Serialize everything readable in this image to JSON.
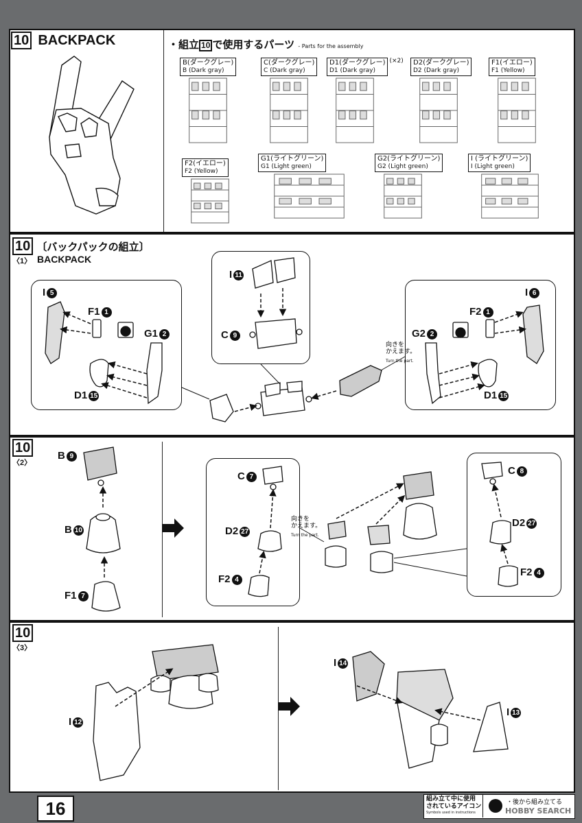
{
  "header": {
    "step_number": "10",
    "title": "BACKPACK",
    "parts_heading_ja": "・組立",
    "parts_heading_ja2": "で使用するパーツ",
    "parts_heading_en": "- Parts for the assembly",
    "parts_step": "10"
  },
  "runners": [
    {
      "ja": "B(ダークグレー)",
      "en": "B (Dark gray)",
      "mult": ""
    },
    {
      "ja": "C(ダークグレー)",
      "en": "C (Dark gray)",
      "mult": ""
    },
    {
      "ja": "D1(ダークグレー)",
      "en": "D1 (Dark gray)",
      "mult": "(×2)"
    },
    {
      "ja": "D2(ダークグレー)",
      "en": "D2 (Dark gray)",
      "mult": ""
    },
    {
      "ja": "F1(イエロー)",
      "en": "F1 (Yellow)",
      "mult": ""
    },
    {
      "ja": "F2(イエロー)",
      "en": "F2 (Yellow)",
      "mult": ""
    },
    {
      "ja": "G1(ライトグリーン)",
      "en": "G1 (Light green)",
      "mult": ""
    },
    {
      "ja": "G2(ライトグリーン)",
      "en": "G2 (Light green)",
      "mult": ""
    },
    {
      "ja": "I (ライトグリーン)",
      "en": "I (Light green)",
      "mult": ""
    }
  ],
  "step1": {
    "num": "10",
    "sub": "〈1〉",
    "title_ja": "〔バックパックの組立〕",
    "title_en": "BACKPACK",
    "left": {
      "i": "I",
      "i_n": "5",
      "f": "F1",
      "f_n": "1",
      "g": "G1",
      "g_n": "2",
      "d": "D1",
      "d_n": "15"
    },
    "center": {
      "i": "I",
      "i_n": "11",
      "c": "C",
      "c_n": "9"
    },
    "right": {
      "i": "I",
      "i_n": "6",
      "f": "F2",
      "f_n": "1",
      "g": "G2",
      "g_n": "2",
      "d": "D1",
      "d_n": "15"
    },
    "turn_ja": "向きを\nかえます。",
    "turn_en": "Turn the part."
  },
  "step2": {
    "num": "10",
    "sub": "〈2〉",
    "left": {
      "b1": "B",
      "b1_n": "9",
      "b2": "B",
      "b2_n": "10",
      "f": "F1",
      "f_n": "7"
    },
    "mid": {
      "c": "C",
      "c_n": "7",
      "d": "D2",
      "d_n": "27",
      "f": "F2",
      "f_n": "4"
    },
    "right": {
      "c": "C",
      "c_n": "8",
      "d": "D2",
      "d_n": "27",
      "f": "F2",
      "f_n": "4"
    },
    "turn_ja": "向きを\nかえます。",
    "turn_en": "Turn the part."
  },
  "step3": {
    "num": "10",
    "sub": "〈3〉",
    "left": {
      "i": "I",
      "i_n": "12"
    },
    "right": {
      "i1": "I",
      "i1_n": "14",
      "i2": "I",
      "i2_n": "13"
    }
  },
  "footer": {
    "page": "16",
    "legend_ja": "組み立て中に使用\nされているアイコン",
    "legend_en": "Symbols used in instructions",
    "legend_item": "・後から組み立てる",
    "watermark": "HOBBY SEARCH"
  }
}
